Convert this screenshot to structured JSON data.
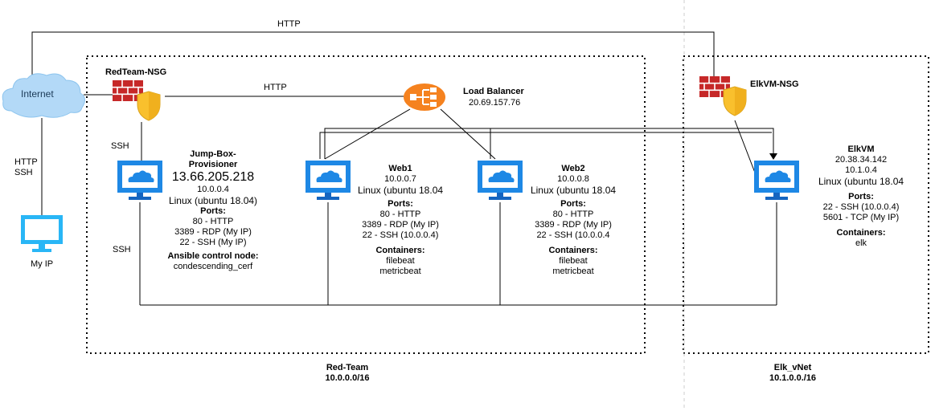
{
  "colors": {
    "monitor": "#1e88e5",
    "monitor_dark": "#1565c0",
    "firewall": "#c62828",
    "shield": "#f9c02d",
    "load_balancer": "#f5821f",
    "cloud": "#b3d9f7"
  },
  "internet": {
    "label": "Internet",
    "link_label": "HTTP\nSSH",
    "icon": "cloud-icon"
  },
  "my_ip": {
    "label": "My IP",
    "icon": "monitor-icon"
  },
  "top_link_label": "HTTP",
  "redteam_nsg": {
    "label": "RedTeam-NSG",
    "http_label": "HTTP",
    "ssh_label_top": "SSH",
    "ssh_label_bottom": "SSH"
  },
  "elk_nsg": {
    "label": "ElkVM-NSG"
  },
  "load_balancer": {
    "title": "Load Balancer",
    "ip": "20.69.157.76",
    "icon": "load-balancer-icon"
  },
  "jumpbox": {
    "name1": "Jump-Box-",
    "name2": "Provisioner",
    "public_ip": "13.66.205.218",
    "private_ip": "10.0.0.4",
    "os": "Linux (ubuntu 18.04)",
    "ports_title": "Ports:",
    "ports": [
      "80 - HTTP",
      "3389 - RDP (My IP)",
      "22 - SSH (My IP)"
    ],
    "ansible_title": "Ansible control node:",
    "ansible_value": "condescending_cerf"
  },
  "web1": {
    "name": "Web1",
    "ip": "10.0.0.7",
    "os": "Linux (ubuntu 18.04",
    "ports_title": "Ports:",
    "ports": [
      "80 - HTTP",
      "3389 - RDP (My IP)",
      "22 - SSH (10.0.0.4)"
    ],
    "containers_title": "Containers:",
    "containers": [
      "filebeat",
      "metricbeat"
    ]
  },
  "web2": {
    "name": "Web2",
    "ip": "10.0.0.8",
    "os": "Linux (ubuntu 18.04",
    "ports_title": "Ports:",
    "ports": [
      "80 - HTTP",
      "3389 - RDP (My IP)",
      "22 - SSH (10.0.0.4"
    ],
    "containers_title": "Containers:",
    "containers": [
      "filebeat",
      "metricbeat"
    ]
  },
  "elkvm": {
    "name": "ElkVM",
    "public_ip": "20.38.34.142",
    "private_ip": "10.1.0.4",
    "os": "Linux (ubuntu 18.04",
    "ports_title": "Ports:",
    "ports": [
      "22 - SSH (10.0.0.4)",
      "5601 - TCP (My IP)"
    ],
    "containers_title": "Containers:",
    "containers": [
      "elk"
    ]
  },
  "red_team": {
    "name": "Red-Team",
    "cidr": "10.0.0.0/16"
  },
  "elk_vnet": {
    "name": "Elk_vNet",
    "cidr": "10.1.0.0./16"
  }
}
